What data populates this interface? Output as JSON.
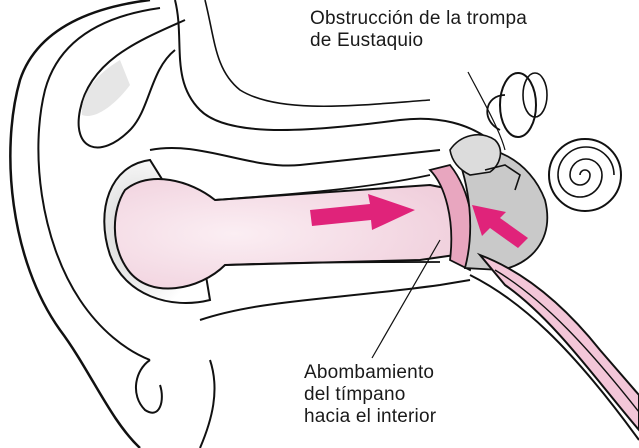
{
  "labels": {
    "eustachian_obstruction": {
      "lines": [
        "Obstrucción de la trompa",
        "de Eustaquio"
      ]
    },
    "eardrum_retraction": {
      "lines": [
        "Abombamiento",
        "del tímpano",
        "hacia el interior"
      ]
    }
  },
  "colors": {
    "canal_fill": "#f6dce6",
    "eardrum_pink": "#e8a6bf",
    "arrow_magenta": "#e0237a",
    "outline": "#111111",
    "shading": "#9a9a9a"
  }
}
